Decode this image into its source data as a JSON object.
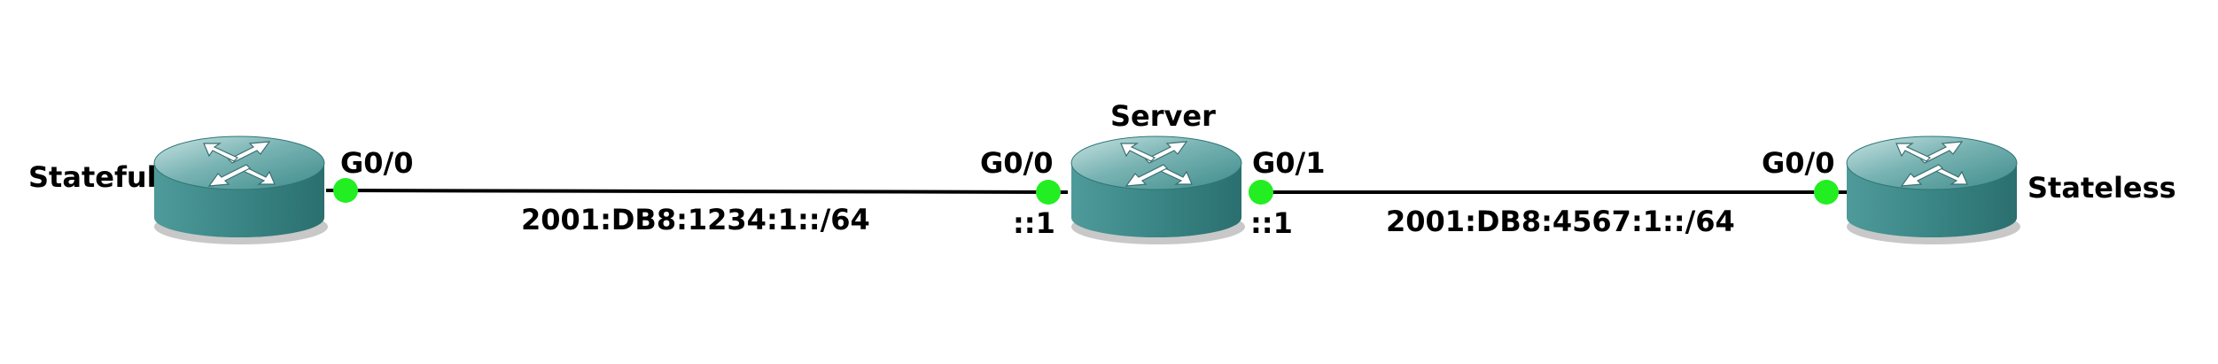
{
  "devices": {
    "stateful": {
      "name": "Stateful",
      "icon": "router-icon"
    },
    "server": {
      "name": "Server",
      "icon": "router-icon"
    },
    "stateless": {
      "name": "Stateless",
      "icon": "router-icon"
    }
  },
  "links": [
    {
      "network": "2001:DB8:1234:1::/64",
      "from": {
        "device": "Stateful",
        "port": "G0/0"
      },
      "to": {
        "device": "Server",
        "port": "G0/0",
        "address": "::1"
      },
      "status": "up"
    },
    {
      "network": "2001:DB8:4567:1::/64",
      "from": {
        "device": "Server",
        "port": "G0/1",
        "address": "::1"
      },
      "to": {
        "device": "Stateless",
        "port": "G0/0"
      },
      "status": "up"
    }
  ],
  "colors": {
    "router_body": "#3d8a8a",
    "router_top": "#8fc4c4",
    "link_line": "#000000",
    "link_up_dot": "#22ee22",
    "background": "#ffffff"
  }
}
